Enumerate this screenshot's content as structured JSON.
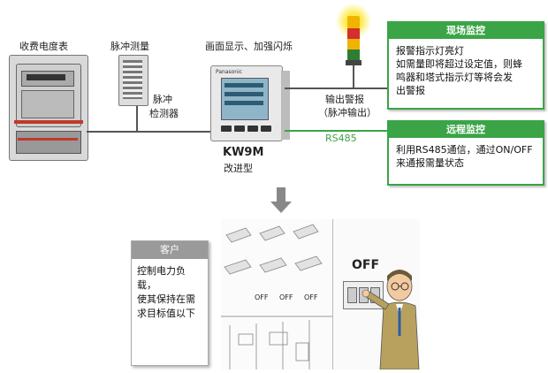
{
  "labels": {
    "meter": "收费电度表",
    "pulse_measure": "脉冲测量",
    "pulse_detector_1": "脉冲",
    "pulse_detector_2": "检测器",
    "display": "画面显示、加强闪烁",
    "model": "KW9M",
    "model_sub": "改进型",
    "alarm_out": "输出警报",
    "alarm_out_sub": "（脉冲输出）",
    "rs485": "RS485",
    "off_person": "OFF",
    "off_lamp": "OFF",
    "brand": "Panasonic"
  },
  "onsite": {
    "title": "现场监控",
    "lines": [
      "报警指示灯亮灯",
      "如需量即将超过设定值，则蜂",
      "鸣器和塔式指示灯等将会发",
      "出警报"
    ]
  },
  "remote": {
    "title": "远程监控",
    "lines": [
      "利用RS485通信，通过ON/OFF",
      "来通报需量状态"
    ]
  },
  "customer": {
    "title": "客户",
    "lines": [
      "控制电力负载，",
      "使其保持在需",
      "求目标值以下"
    ]
  },
  "colors": {
    "green": "#3aa447",
    "gray_head": "#9a9a9a"
  }
}
